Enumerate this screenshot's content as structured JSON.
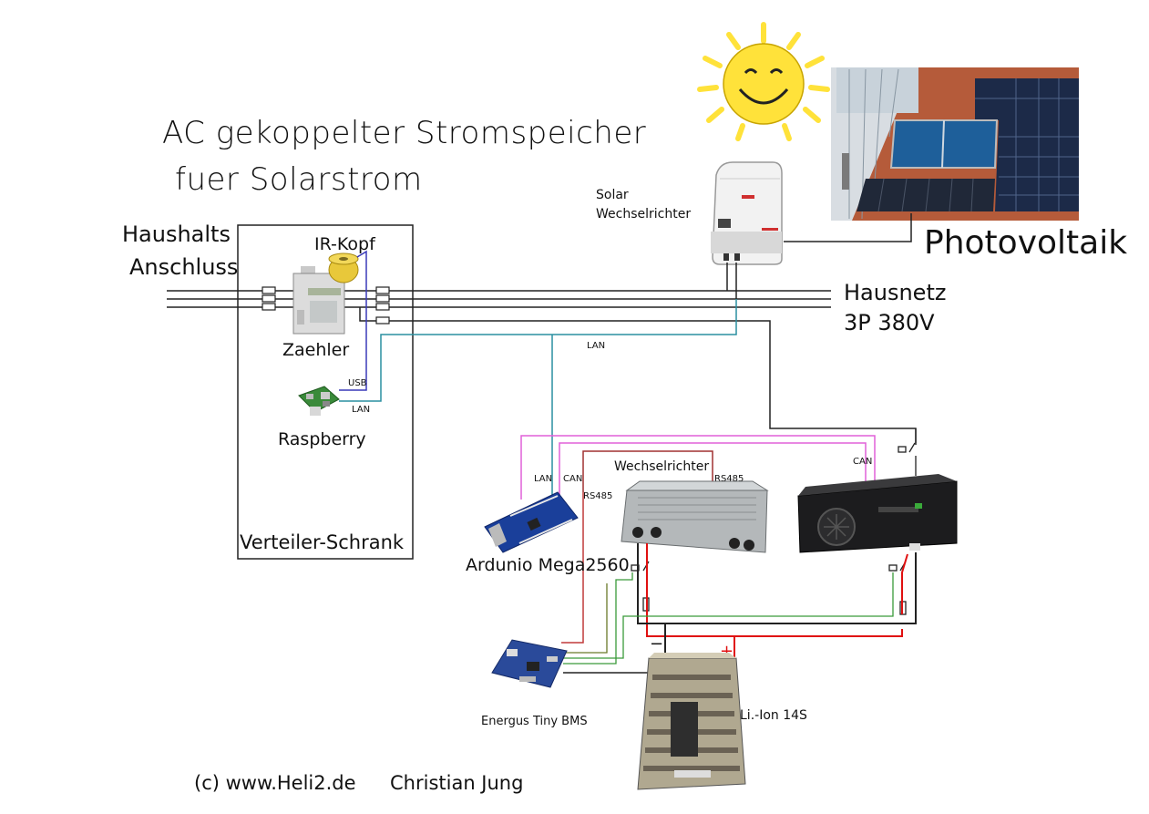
{
  "title": {
    "line1": "AC gekoppelter Stromspeicher",
    "line2": "fuer Solarstrom"
  },
  "labels": {
    "grid_connection_1": "Haushalts",
    "grid_connection_2": "Anschluss",
    "ir_head": "IR-Kopf",
    "meter": "Zaehler",
    "usb": "USB",
    "lan_pi": "LAN",
    "raspberry": "Raspberry",
    "cabinet": "Verteiler-Schrank",
    "solar_inverter_1": "Solar",
    "solar_inverter_2": "Wechselrichter",
    "photovoltaic": "Photovoltaik",
    "house_grid_1": "Hausnetz",
    "house_grid_2": "3P 380V",
    "lan_main": "LAN",
    "lan_arduino": "LAN",
    "can_arduino": "CAN",
    "rs485_arduino": "RS485",
    "inverter": "Wechselrichter",
    "rs485_inverter": "RS485",
    "can_charger": "CAN",
    "arduino": "Ardunio Mega2560",
    "bms": "Energus Tiny BMS",
    "battery": "Li.-Ion 14S",
    "minus": "−",
    "plus": "+",
    "copyright": "(c) www.Heli2.de",
    "author": "Christian Jung"
  },
  "colors": {
    "ac_line": "#222222",
    "lan": "#2a8fa0",
    "usb": "#3a3ab8",
    "can": "#e060d8",
    "rs485": "#a03030",
    "dc_plus": "#e01010",
    "bms_green": "#3a9a3a",
    "sun": "#ffe23a"
  }
}
